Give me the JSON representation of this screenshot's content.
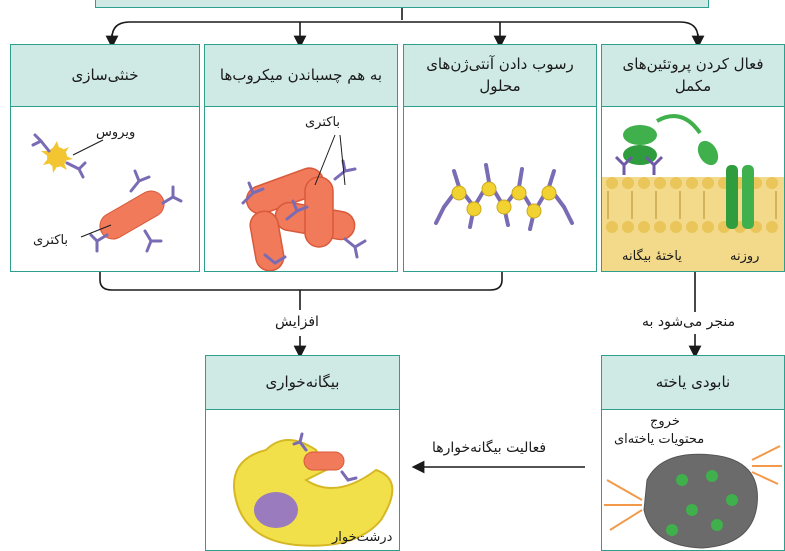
{
  "boxes": {
    "complement": "فعال کردن پروتئین‌های مکمل",
    "precipitation": "رسوب دادن آنتی‌ژن‌های محلول",
    "agglutination": "به هم چسباندن میکروب‌ها",
    "neutralization": "خنثی‌سازی",
    "phagocytosis": "بیگانه‌خواری",
    "cell_death": "نابودی یاخته"
  },
  "labels": {
    "virus": "ویروس",
    "bacteria_neutral": "باکتری",
    "bacteria_agglut": "باکتری",
    "pore": "روزنه",
    "foreign_cell": "یاختهٔ بیگانه",
    "leads_to": "منجر می‌شود به",
    "increase": "افزایش",
    "phagocyte_activity": "فعالیت بیگانه‌خوارها",
    "exit": "خروج",
    "cell_contents": "محتویات یاخته‌ای",
    "macrophage": "درشت‌خوار"
  }
}
